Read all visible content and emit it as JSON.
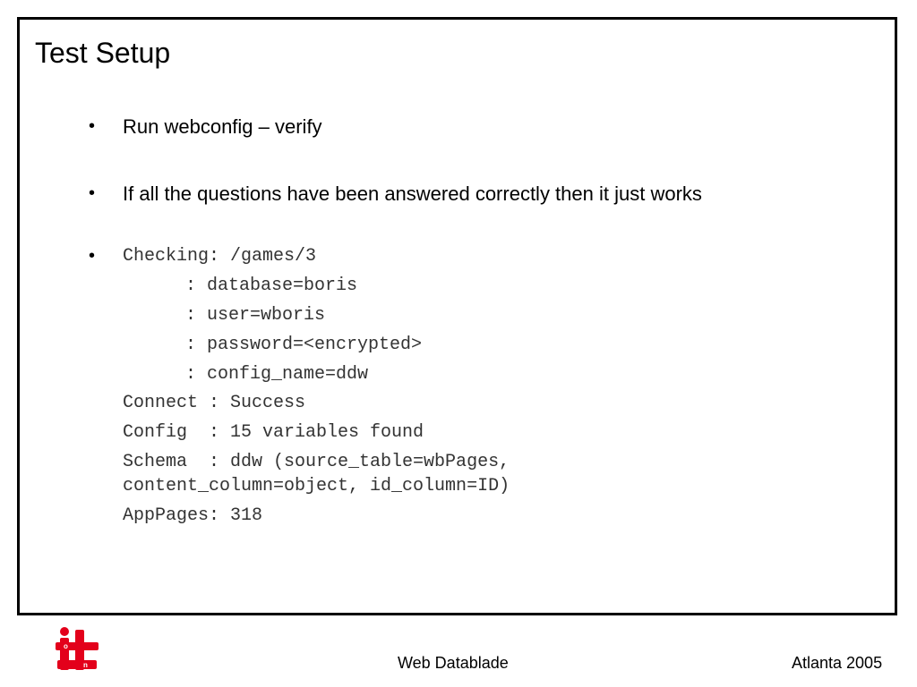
{
  "slide": {
    "title": "Test Setup",
    "bullets": [
      "Run webconfig – verify",
      "If all the questions have been answered correctly then it just works"
    ],
    "code_bullet_marker": "•",
    "code_lines": {
      "checking": "Checking: /games/3",
      "database": ": database=boris",
      "user": ": user=wboris",
      "password": ": password=<encrypted>",
      "config_name": ": config_name=ddw",
      "connect": "Connect : Success",
      "config": "Config  : 15 variables found",
      "schema_1": "Schema  : ddw (source_table=wbPages,",
      "schema_2": "content_column=object, id_column=ID)",
      "apppages": "AppPages: 318"
    }
  },
  "footer": {
    "center": "Web Datablade",
    "right": "Atlanta 2005",
    "logo_letters": "on it"
  },
  "colors": {
    "logo_red": "#e3001b",
    "code_text": "#333333",
    "frame": "#000000"
  }
}
